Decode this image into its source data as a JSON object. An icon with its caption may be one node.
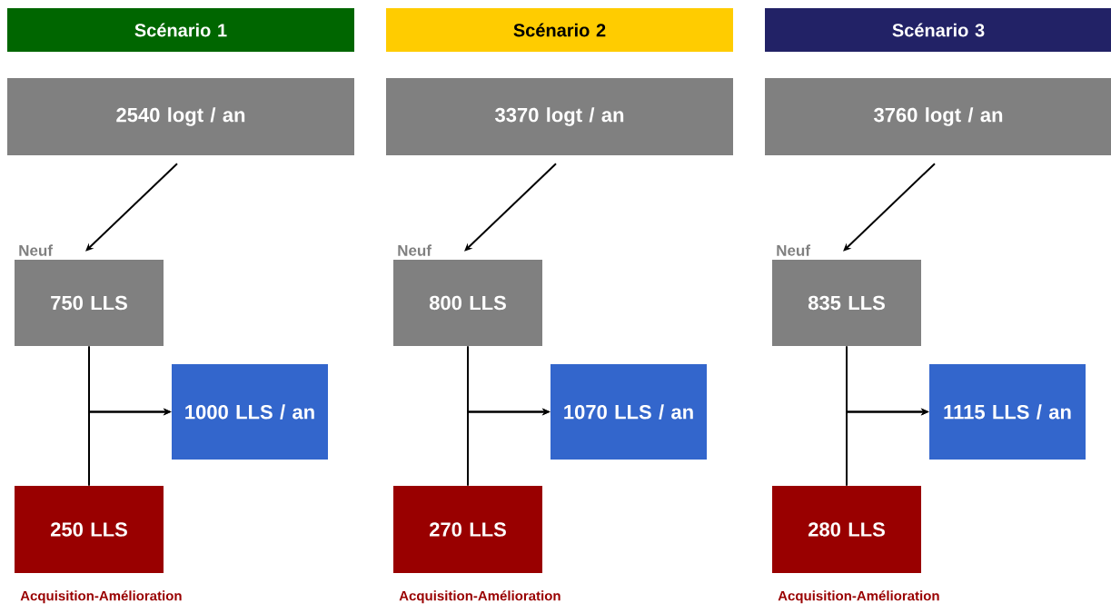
{
  "diagram": {
    "nodes": [
      {
        "text": [
          "Scénario 1"
        ]
      },
      {
        "text": [
          "2540 logt / an"
        ]
      },
      {
        "text": [
          "750 LLS"
        ],
        "beside": [
          "Neuf"
        ]
      },
      {
        "text": [
          "1000 LLS / an"
        ]
      },
      {
        "text": [
          "250 LLS"
        ],
        "beside": [
          "Acquisition-Amélioration"
        ]
      },
      {
        "text": [
          "Scénario 2"
        ]
      },
      {
        "text": [
          "3370 logt / an"
        ]
      },
      {
        "text": [
          "800 LLS"
        ],
        "beside": [
          "Neuf"
        ]
      },
      {
        "text": [
          "1070 LLS / an"
        ]
      },
      {
        "text": [
          "270 LLS"
        ],
        "beside": [
          "Acquisition-Amélioration"
        ]
      },
      {
        "text": [
          "Scénario 3"
        ]
      },
      {
        "text": [
          "3760 logt / an"
        ]
      },
      {
        "text": [
          "835 LLS"
        ],
        "beside": [
          "Neuf"
        ]
      },
      {
        "text": [
          "1115 LLS / an"
        ]
      },
      {
        "text": [
          "280 LLS"
        ],
        "beside": [
          "Acquisition-Amélioration"
        ]
      }
    ],
    "edges": [
      {
        "from": 1,
        "to": 2,
        "arrow": "to"
      },
      {
        "from": 2,
        "to": 3,
        "arrow": "to"
      },
      {
        "from": 4,
        "to": 3,
        "arrow": "to"
      },
      {
        "from": 6,
        "to": 7,
        "arrow": "to"
      },
      {
        "from": 7,
        "to": 8,
        "arrow": "to"
      },
      {
        "from": 9,
        "to": 8,
        "arrow": "to"
      },
      {
        "from": 11,
        "to": 12,
        "arrow": "to"
      },
      {
        "from": 12,
        "to": 13,
        "arrow": "to"
      },
      {
        "from": 14,
        "to": 13,
        "arrow": "to"
      }
    ]
  }
}
